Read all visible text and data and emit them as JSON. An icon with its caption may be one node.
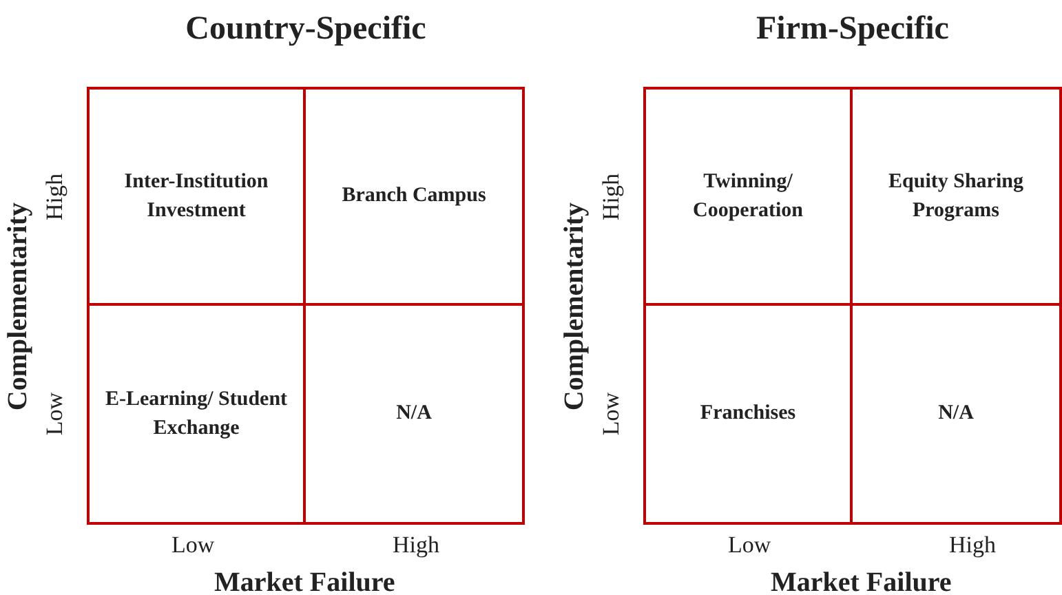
{
  "diagram": {
    "nodes": [
      {
        "text": [
          "Country-Specific"
        ]
      },
      {
        "text": [
          "Inter-Institution Investment"
        ],
        "in": 0
      },
      {
        "text": [
          "Branch Campus"
        ],
        "in": 0
      },
      {
        "text": [
          "E-Learning/ Student Exchange"
        ],
        "in": 0
      },
      {
        "text": [
          "N/A"
        ],
        "in": 0
      },
      {
        "text": [
          "Firm-Specific"
        ]
      },
      {
        "text": [
          "Twinning/ Cooperation"
        ],
        "in": 5
      },
      {
        "text": [
          "Equity Sharing Programs"
        ],
        "in": 5
      },
      {
        "text": [
          "Franchises"
        ],
        "in": 5
      },
      {
        "text": [
          "N/A"
        ],
        "in": 5
      }
    ],
    "edges": [],
    "labels": [
      "Complementarity",
      "High",
      "Low",
      "Low",
      "High",
      "Market Failure",
      "Complementarity",
      "High",
      "Low",
      "Low",
      "High",
      "Market Failure"
    ]
  }
}
